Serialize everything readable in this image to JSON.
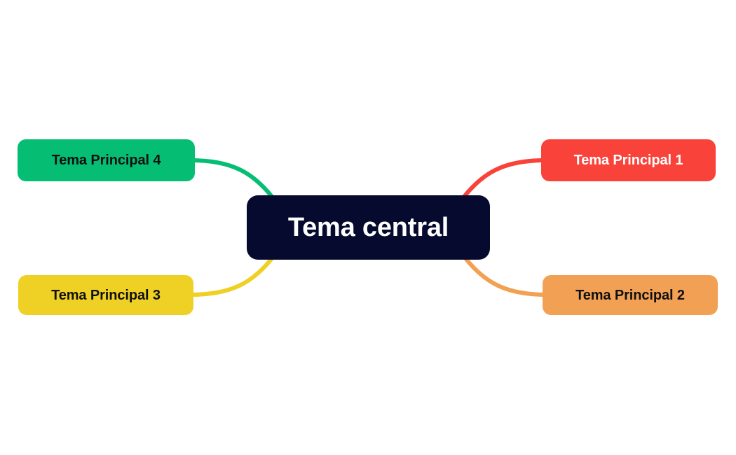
{
  "diagram": {
    "type": "mind-map",
    "background_color": "#ffffff",
    "central_node": {
      "label": "Tema central",
      "fill_color": "#050A2E",
      "text_color": "#ffffff"
    },
    "branches": [
      {
        "id": "topic-1",
        "label": "Tema Principal 1",
        "fill_color": "#F9423A",
        "text_color": "#ffffff",
        "side": "right",
        "row": "top",
        "connector_color": "#F9423A"
      },
      {
        "id": "topic-2",
        "label": "Tema Principal 2",
        "fill_color": "#F2A154",
        "text_color": "#101010",
        "side": "right",
        "row": "bottom",
        "connector_color": "#F2A154"
      },
      {
        "id": "topic-3",
        "label": "Tema Principal 3",
        "fill_color": "#EFD025",
        "text_color": "#101010",
        "side": "left",
        "row": "bottom",
        "connector_color": "#EFD025"
      },
      {
        "id": "topic-4",
        "label": "Tema Principal 4",
        "fill_color": "#05BE74",
        "text_color": "#101010",
        "side": "left",
        "row": "top",
        "connector_color": "#05BE74"
      }
    ]
  }
}
